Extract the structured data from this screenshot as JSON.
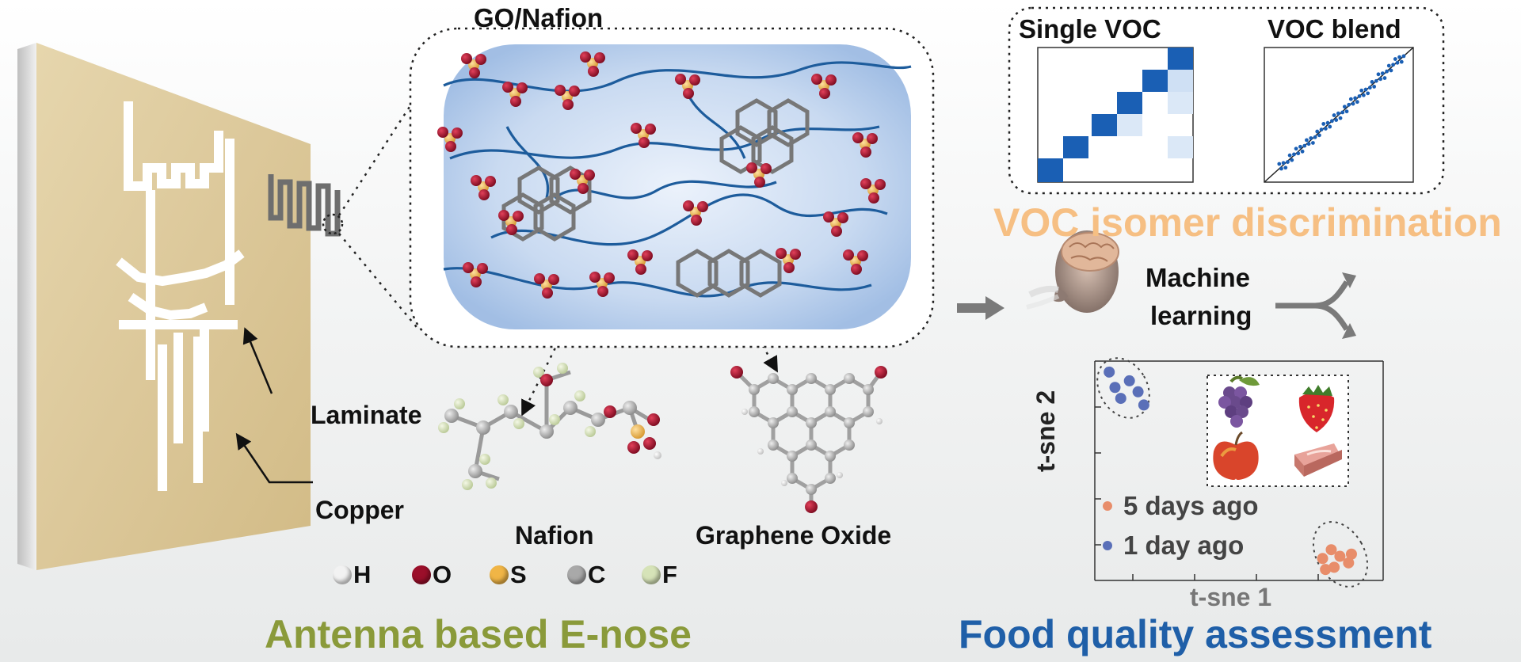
{
  "colors": {
    "accent_orange": "#f6bf83",
    "accent_olive": "#8a9a3a",
    "accent_blue": "#1f5fa8",
    "arrow_grey": "#7a7a7a",
    "chain_blue": "#1d5c9c",
    "matrix_blue": "#1a5fb4",
    "recent_dot": "#e88d6a",
    "old_dot": "#5a6fb8"
  },
  "antenna_panel": {
    "labels": {
      "laminate": "Laminate",
      "copper": "Copper"
    },
    "title": "Antenna based E-nose"
  },
  "composite_panel": {
    "title": "GO/Nafion",
    "molecule_labels": {
      "nafion": "Nafion",
      "graphene_oxide": "Graphene Oxide"
    },
    "atom_legend": [
      {
        "symbol": "H",
        "color": "#f2f2f2"
      },
      {
        "symbol": "O",
        "color": "#9b0f2a"
      },
      {
        "symbol": "S",
        "color": "#f0b546"
      },
      {
        "symbol": "C",
        "color": "#a9a9a9"
      },
      {
        "symbol": "F",
        "color": "#d6e3b8"
      }
    ]
  },
  "voc_panel": {
    "single_label": "Single VOC",
    "blend_label": "VOC blend",
    "title": "VOC isomer discrimination"
  },
  "ml_panel": {
    "label_line1": "Machine",
    "label_line2": "learning",
    "icon": "brain-head-icon"
  },
  "food_panel": {
    "title": "Food quality assessment",
    "icons": [
      "grapes-icon",
      "strawberry-icon",
      "apple-icon",
      "meat-icon"
    ],
    "chart_data": {
      "type": "scatter",
      "xlabel": "t-sne 1",
      "ylabel": "t-sne 2",
      "series": [
        {
          "name": "5 days ago",
          "color": "#e88d6a",
          "points": [
            [
              0.79,
              0.1
            ],
            [
              0.82,
              0.14
            ],
            [
              0.85,
              0.11
            ],
            [
              0.88,
              0.08
            ],
            [
              0.89,
              0.12
            ],
            [
              0.83,
              0.06
            ],
            [
              0.8,
              0.05
            ]
          ]
        },
        {
          "name": "1 day ago",
          "color": "#5a6fb8",
          "points": [
            [
              0.07,
              0.88
            ],
            [
              0.12,
              0.91
            ],
            [
              0.09,
              0.83
            ],
            [
              0.15,
              0.86
            ],
            [
              0.17,
              0.8
            ],
            [
              0.05,
              0.95
            ]
          ]
        }
      ]
    }
  }
}
